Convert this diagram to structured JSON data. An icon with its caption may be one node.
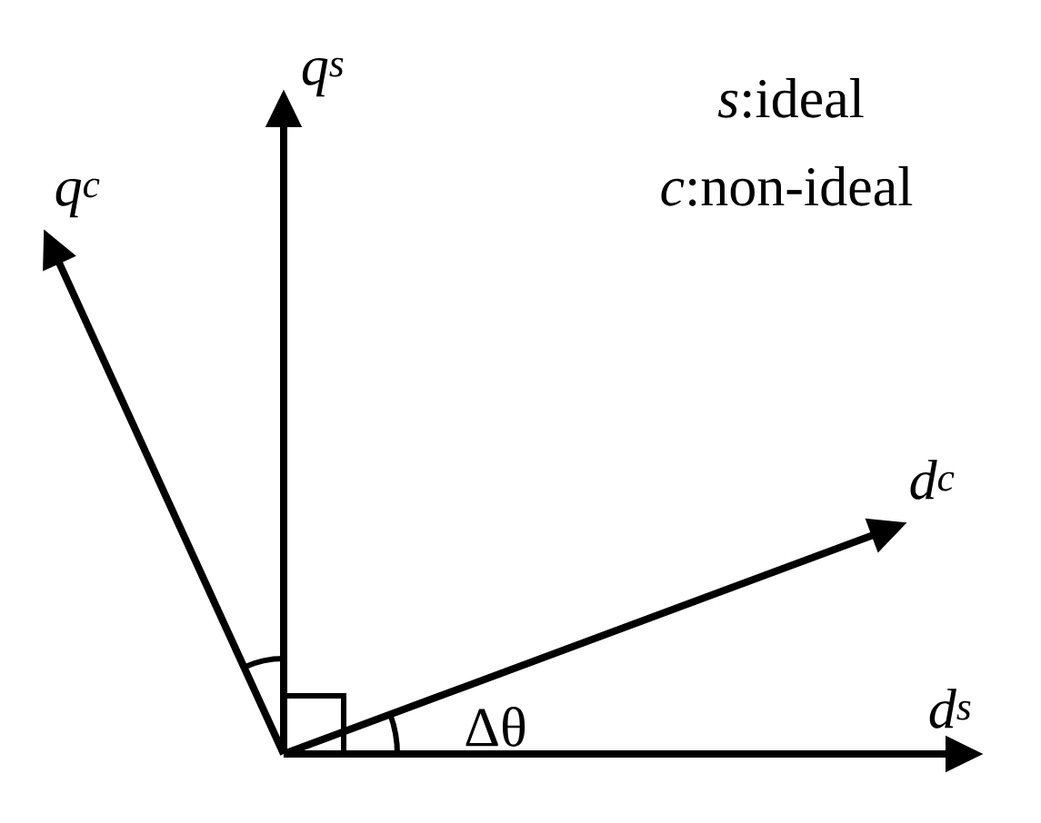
{
  "diagram": {
    "labels": [
      "q$^{s}$",
      "*s*:ideal",
      "q$^{c}$",
      "*c*:non-ideal",
      "d$^{c}$",
      "Δθ",
      "d$^{s}$"
    ]
  }
}
